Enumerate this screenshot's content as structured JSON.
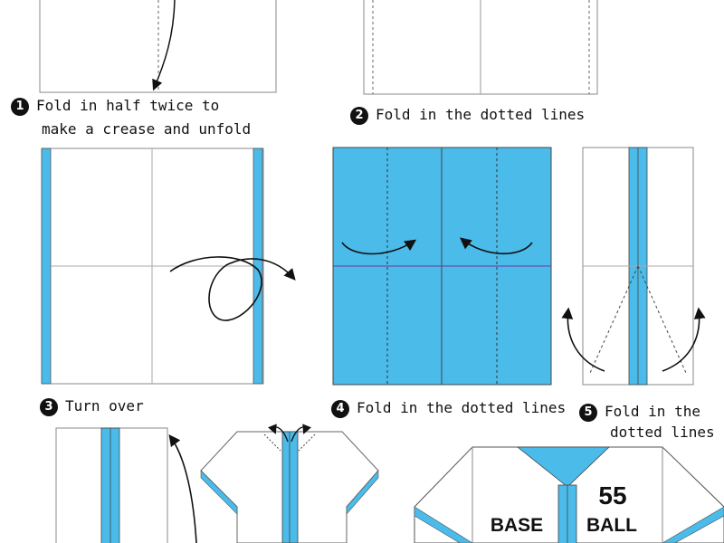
{
  "colors": {
    "paper_blue": "#4bbbea",
    "fold_line": "#8a8a8a",
    "arrow": "#111111",
    "crease_purple": "#6a3aa0"
  },
  "steps": [
    {
      "number": "1",
      "lines": [
        "Fold in half twice to",
        "make a crease and unfold"
      ]
    },
    {
      "number": "2",
      "lines": [
        "Fold in the dotted lines"
      ]
    },
    {
      "number": "3",
      "lines": [
        "Turn over"
      ]
    },
    {
      "number": "4",
      "lines": [
        "Fold in the dotted lines"
      ]
    },
    {
      "number": "5",
      "lines": [
        "Fold in the",
        "dotted lines"
      ]
    }
  ],
  "jersey": {
    "number": "55",
    "left_text": "BASE",
    "right_text": "BALL"
  }
}
